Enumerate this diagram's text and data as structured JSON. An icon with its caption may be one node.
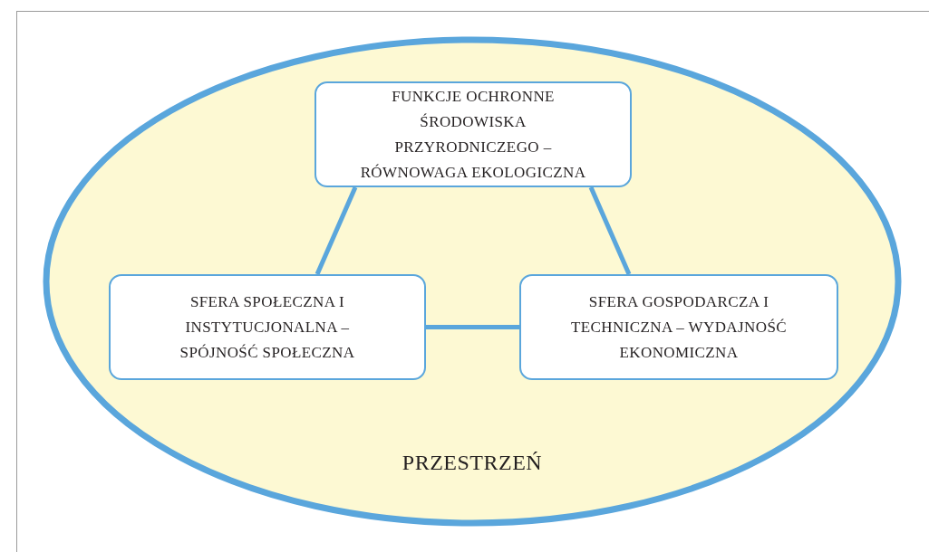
{
  "diagram": {
    "nodes": [
      {
        "text": [
          "PRZESTRZEŃ"
        ]
      },
      {
        "text": [
          "FUNKCJE OCHRONNE ŚRODOWISKA PRZYRODNICZEGO – RÓWNOWAGA EKOLOGICZNA"
        ],
        "in": 0
      },
      {
        "text": [
          "SFERA SPOŁECZNA I INSTYTUCJONALNA – SPÓJNOŚĆ SPOŁECZNA"
        ],
        "in": 0
      },
      {
        "text": [
          "SFERA GOSPODARCZA I TECHNICZNA – WYDAJNOŚĆ EKONOMICZNA"
        ],
        "in": 0
      }
    ],
    "edges": [
      {
        "from": 1,
        "to": 2,
        "arrow": "none"
      },
      {
        "from": 1,
        "to": 3,
        "arrow": "none"
      },
      {
        "from": 2,
        "to": 3,
        "arrow": "none"
      }
    ]
  }
}
